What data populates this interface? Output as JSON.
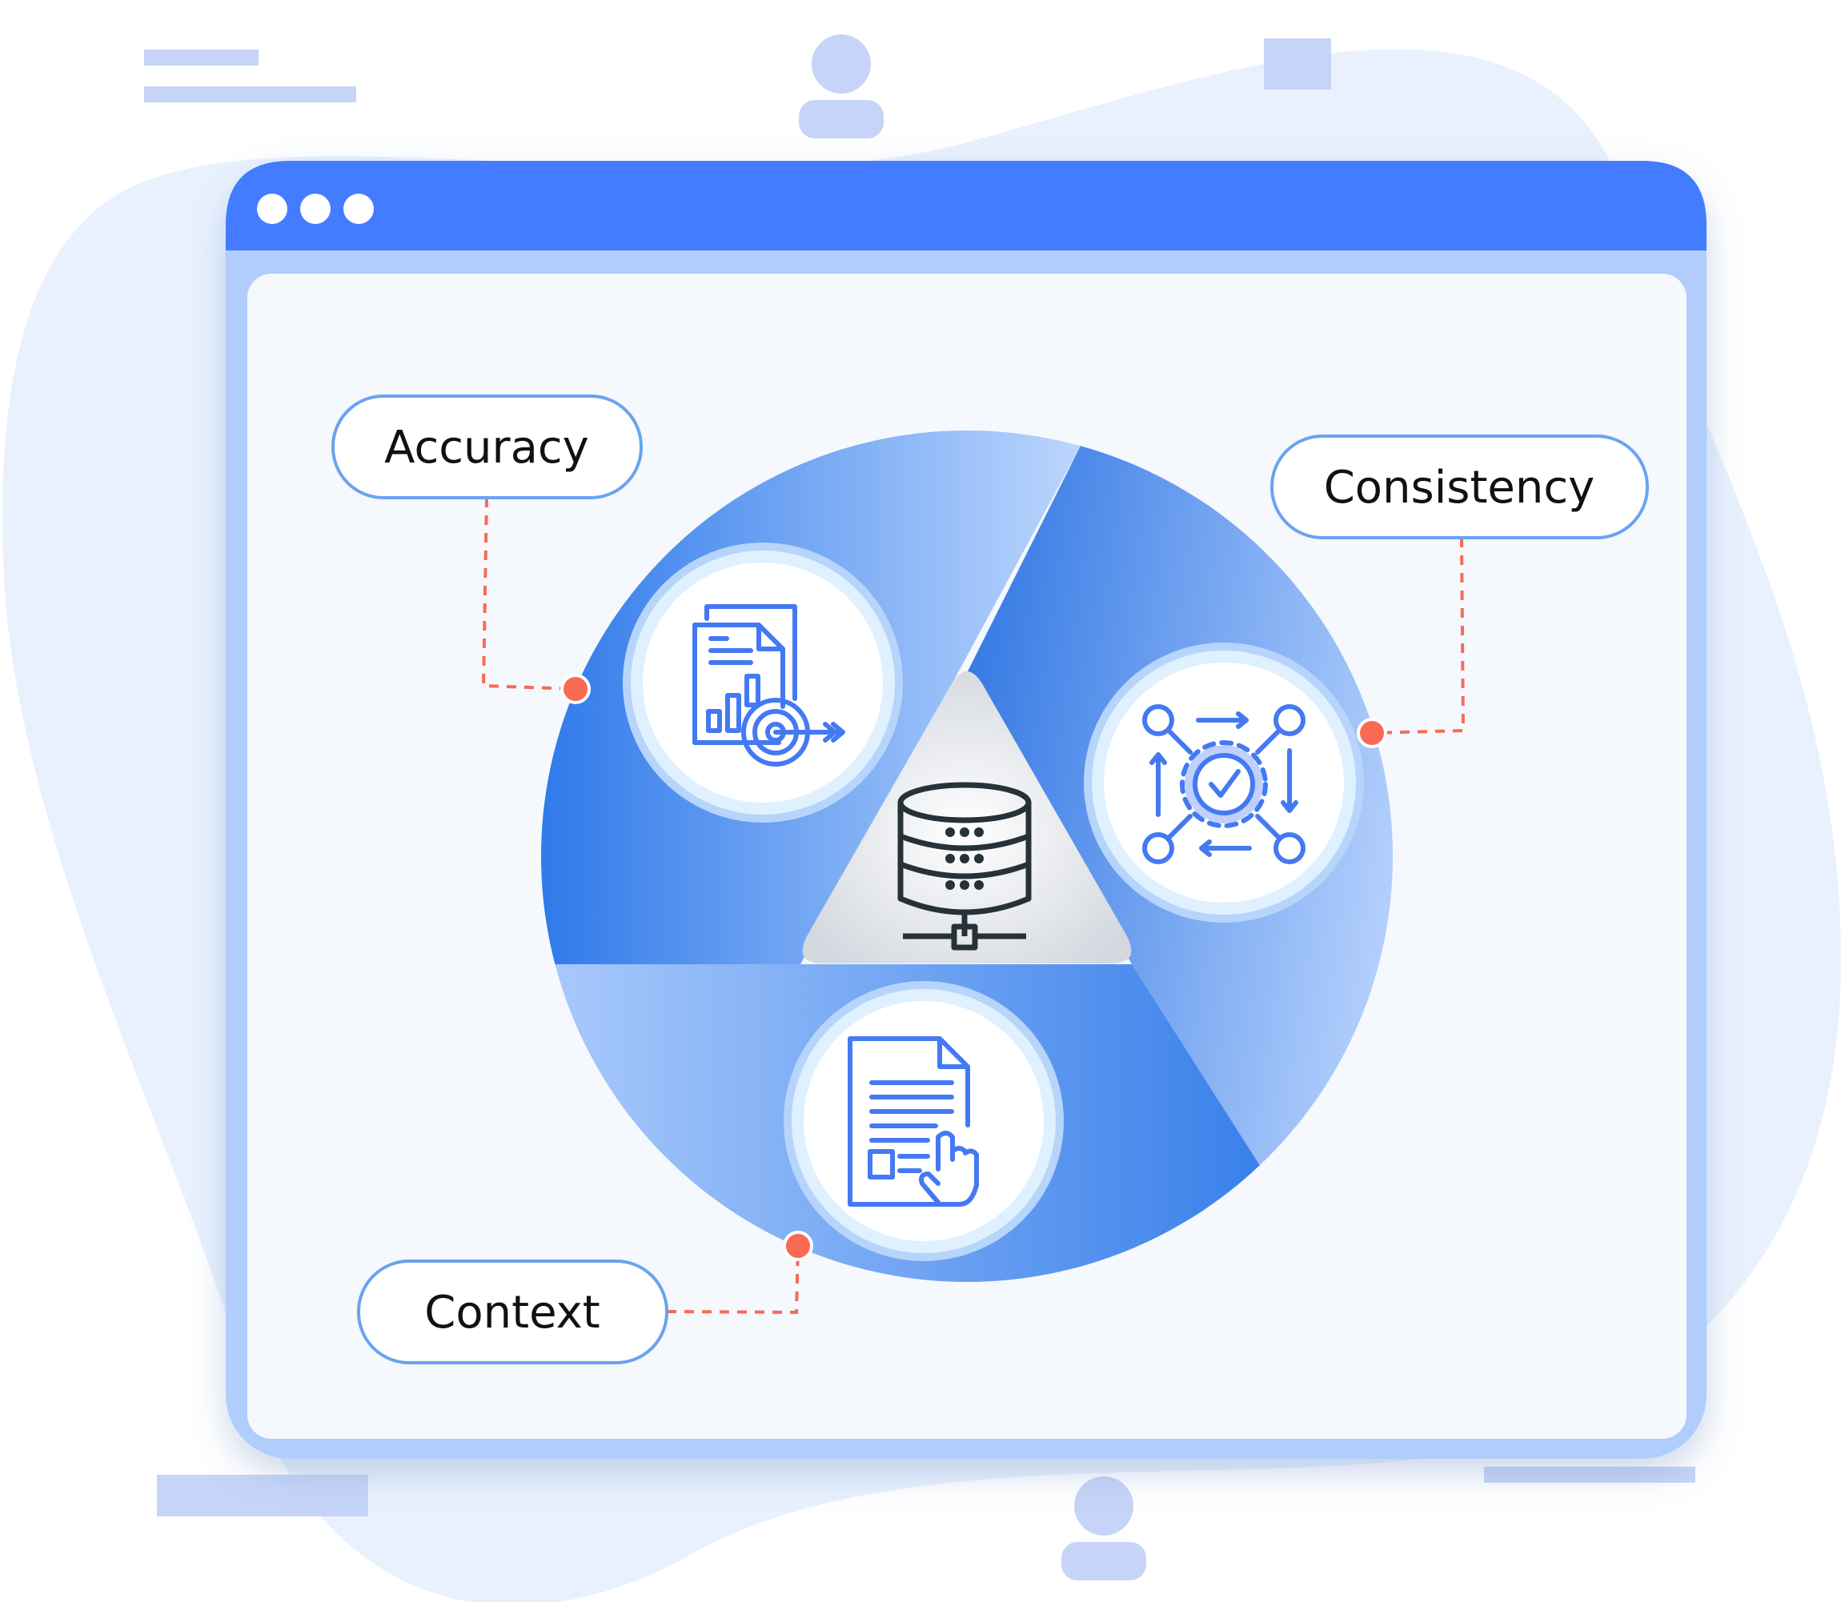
{
  "diagram": {
    "center_icon": "database-server-icon",
    "pillars": [
      {
        "label": "Accuracy",
        "icon": "report-target-icon"
      },
      {
        "label": "Consistency",
        "icon": "gear-check-network-icon"
      },
      {
        "label": "Context",
        "icon": "document-pointer-icon"
      }
    ]
  },
  "window": {
    "controls": [
      "dot",
      "dot",
      "dot"
    ]
  },
  "colors": {
    "header": "#447cff",
    "frame": "#b0cdfb",
    "panel": "#f5f8fd",
    "accent_dot": "#f96a55",
    "icon_blue": "#4479f3",
    "background_blob": "#e8f1fd"
  }
}
